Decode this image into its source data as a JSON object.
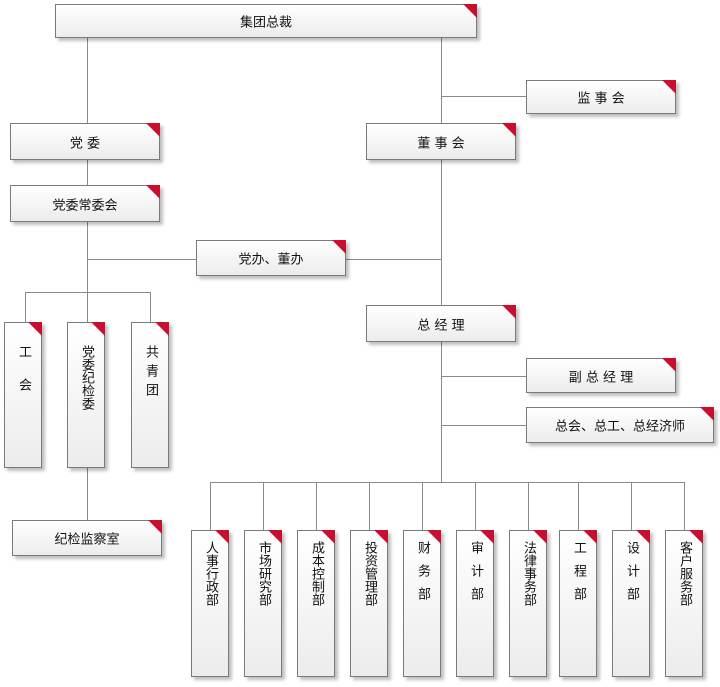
{
  "nodes": {
    "ceo": "集团总裁",
    "supervisory_board": "监 事 会",
    "party_committee": "党    委",
    "board_of_directors": "董 事 会",
    "standing_committee": "党委常委会",
    "party_board_office": "党办、董办",
    "general_manager": "总 经 理",
    "deputy_gm": "副 总 经 理",
    "chief_officers": "总会、总工、总经济师",
    "union": "工会",
    "discipline_committee": "党委纪检委",
    "youth_league": "共青团",
    "discipline_office": "纪检监察室",
    "departments": [
      "人事行政部",
      "市场研究部",
      "成本控制部",
      "投资管理部",
      "财务部",
      "审计部",
      "法律事务部",
      "工程部",
      "设计部",
      "客户服务部"
    ]
  },
  "colors": {
    "line": "#8a8a8a",
    "corner": "#c8102e",
    "border": "#7a7a7a"
  }
}
